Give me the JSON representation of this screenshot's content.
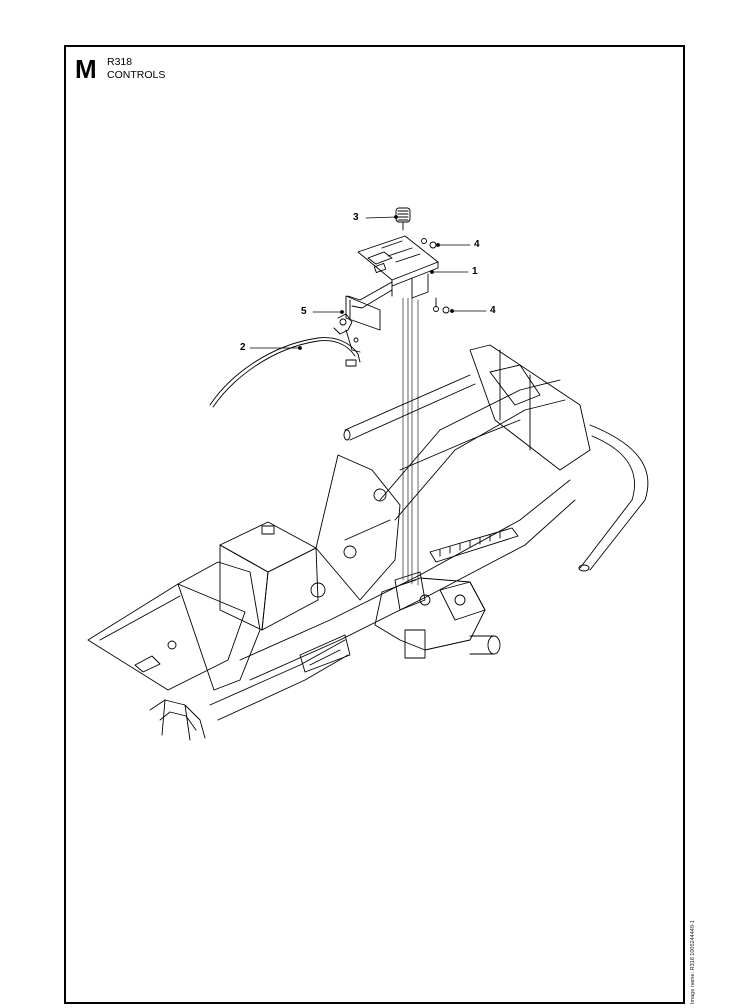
{
  "header": {
    "section_letter": "M",
    "model": "R318",
    "section_title": "CONTROLS"
  },
  "callouts": [
    {
      "label": "3"
    },
    {
      "label": "4"
    },
    {
      "label": "1"
    },
    {
      "label": "5"
    },
    {
      "label": "4"
    },
    {
      "label": "2"
    }
  ],
  "footer": {
    "image_name": "Image name: R318 1005244449-1"
  }
}
